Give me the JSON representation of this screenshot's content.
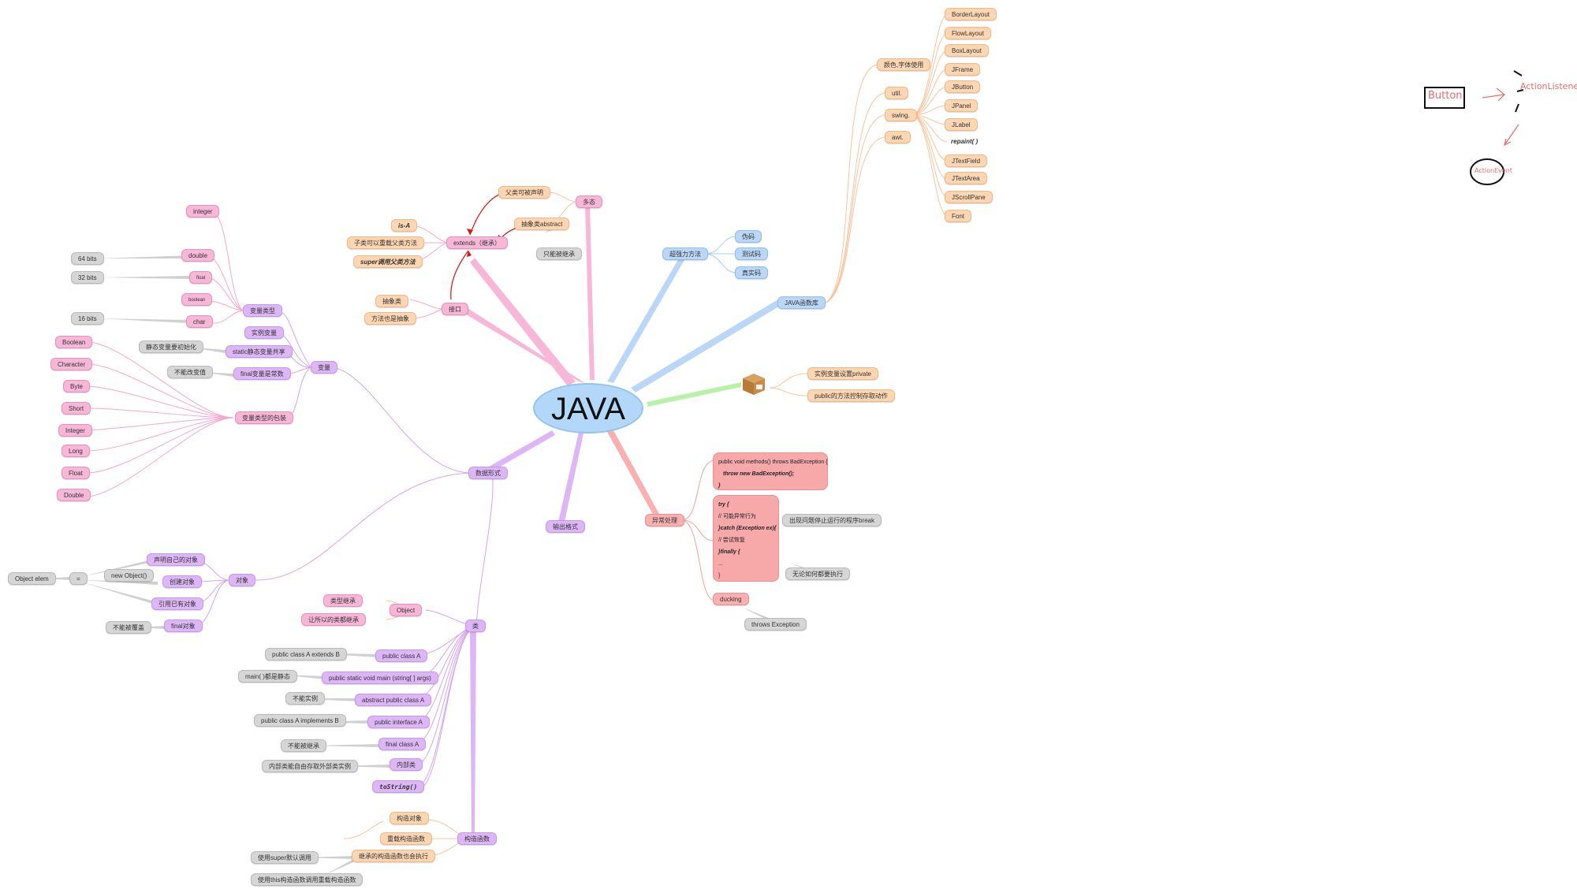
{
  "root": "JAVA",
  "inheritance": {
    "parent_declare": "父类可被声明",
    "polymorphism": "多态",
    "is_a": "is-A",
    "override": "子类可以重载父类方法",
    "super_call": "super调用父类方法",
    "extends": "extends（继承）",
    "abstract_class": "抽象类abstract",
    "only_inherit": "只能被继承",
    "abstract_kind": "抽象类",
    "methods_abstract": "方法也是抽象",
    "interface": "接口"
  },
  "variables": {
    "integer": "integer",
    "double": "double",
    "bits64": "64 bits",
    "float": "float",
    "bits32": "32 bits",
    "boolean": "boolean",
    "char": "char",
    "bits16": "16 bits",
    "var_type": "变量类型",
    "instance_var": "实例变量",
    "static_init": "静态变量要初始化",
    "static_shared": "static静态变量共享",
    "cannot_change": "不能改变值",
    "final_const": "final变量是常数",
    "variable": "变量",
    "wrapper": "变量类型的包装",
    "wrappers": [
      "Boolean",
      "Character",
      "Byte",
      "Short",
      "Integer",
      "Long",
      "Float",
      "Double"
    ],
    "data_form": "数据形式"
  },
  "objects": {
    "object_elem": "Object elem",
    "equals": "=",
    "new_object": "new Object()",
    "declare_own": "声明自己的对象",
    "create": "创建对象",
    "reference": "引用已有对象",
    "object": "对象",
    "cannot_cover": "不能被覆盖",
    "final_object": "final对象",
    "output_format": "输出格式"
  },
  "classes": {
    "class_inherit": "类型继承",
    "Object": "Object",
    "all_inherit": "让所以的类都继承",
    "class": "类",
    "extends_b": "public class A extends B",
    "public_class_a": "public class A",
    "main_static": "main( )都是静态",
    "main_sig": "public static void main (string[ ] args)",
    "cannot_instantiate": "不能实例",
    "abstract_public": "abstract public class A",
    "implements_b": "public class A implements B",
    "public_interface": "public interface A",
    "cannot_inherit": "不能被继承",
    "final_class": "final class A",
    "inner_class_note": "内部类能自由存取外部类实例",
    "inner_class": "内部类",
    "tostring": "toString()"
  },
  "constructors": {
    "construct_obj": "构造对象",
    "overload": "重载构造函数",
    "inherit_exec": "继承的构造函数也会执行",
    "label": "构造函数",
    "super_default": "使用super默认调用",
    "this_call": "使用this构造函数调用重载构造函数"
  },
  "robust": {
    "label": "超强力方法",
    "fake": "伪码",
    "test": "测试码",
    "real": "真实码"
  },
  "library": {
    "label": "JAVA函数库",
    "color_font": "颜色,字体使用",
    "util": "util.",
    "swing": "swing.",
    "awt": "awt.",
    "items": [
      "BorderLayout",
      "FlowLayout",
      "BoxLayout",
      "JFrame",
      "JButton",
      "JPanel",
      "JLabel",
      "repaint( )",
      "JTextField",
      "JTextArea",
      "JScrollPane",
      "Font"
    ]
  },
  "encapsulation": {
    "private_var": "实例变量设置private",
    "public_method": "public的方法控制存取动作"
  },
  "exceptions": {
    "label": "异常处理",
    "code1": [
      "public void methods() throws BadException {",
      "throw new BadException();",
      "}"
    ],
    "code2": [
      "try {",
      "// 可能异常行为",
      "}catch (Exception ex){",
      "// 尝试恢复",
      "}finally {",
      "...",
      "}"
    ],
    "break_note": "出现问题停止运行的程序break",
    "always_exec": "无论如何都要执行",
    "ducking": "ducking",
    "throws_exception": "throws Exception"
  },
  "sketch": {
    "button": "Button",
    "listener": "ActionListener",
    "event": "ActionEvent"
  },
  "colors": {
    "pink": "#f7b7d6",
    "purple": "#ddb7f5",
    "orange": "#fdd6b3",
    "blue": "#bad7f7",
    "red": "#f8b0b0",
    "gray": "#d6d6d6",
    "green_branch": "#b8f2a8",
    "sketch_red": "#e86a6a"
  },
  "icons": {
    "package": "package-box-icon"
  }
}
